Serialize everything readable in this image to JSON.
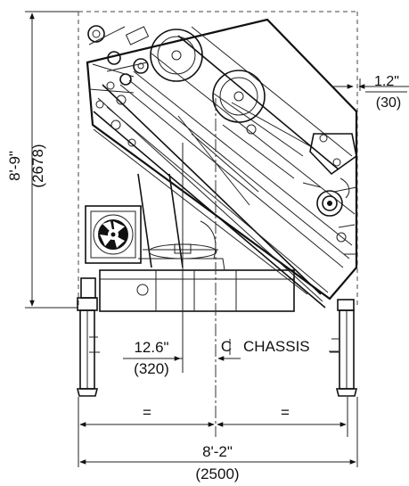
{
  "dimensions": {
    "height_imperial": "8'-9\"",
    "height_metric": "(2678)",
    "offset_top_imperial": "1.2\"",
    "offset_top_metric": "(30)",
    "offset_center_imperial": "12.6\"",
    "offset_center_metric": "(320)",
    "chassis_label": "CHASSIS",
    "centerline_symbol": "C",
    "equal_left": "=",
    "equal_right": "=",
    "width_imperial": "8'-2\"",
    "width_metric": "(2500)"
  }
}
